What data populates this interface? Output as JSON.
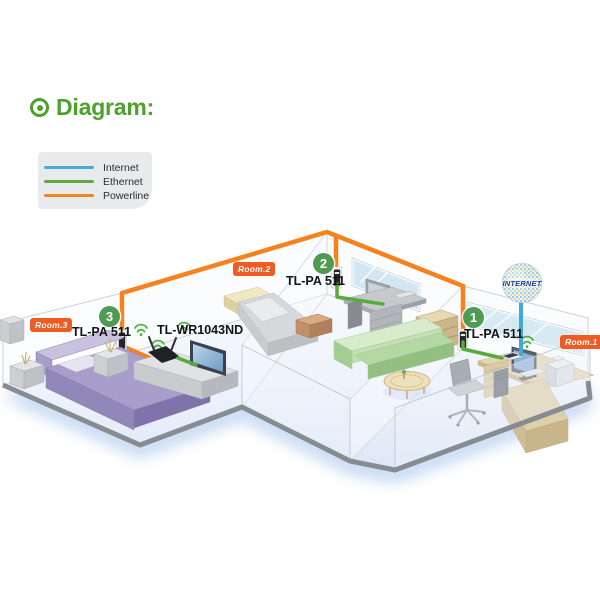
{
  "title": {
    "icon": "target-icon",
    "text": "Diagram:",
    "color": "#4CA22D"
  },
  "legend": {
    "background": "#E9EAEB",
    "items": [
      {
        "label": "Internet",
        "color": "#4BABD8"
      },
      {
        "label": "Ethernet",
        "color": "#63A845"
      },
      {
        "label": "Powerline",
        "color": "#F0851F"
      }
    ]
  },
  "diagram": {
    "globe": {
      "label": "INTERNET",
      "label_color": "#1D3D99"
    },
    "rooms": [
      {
        "badge": "Room.1",
        "step": "1",
        "adapter": "TL-PA 511"
      },
      {
        "badge": "Room.2",
        "step": "2",
        "adapter": "TL-PA 511"
      },
      {
        "badge": "Room.3",
        "step": "3",
        "adapter": "TL-PA 511",
        "router": "TL-WR1043ND"
      }
    ],
    "colors": {
      "powerline": "#F5821F",
      "ethernet": "#56AC3A",
      "internet": "#3FA9DC",
      "step_badge": "#4F9B53",
      "room_badge": "#EE5C24",
      "wifi": "#4FB246"
    }
  }
}
